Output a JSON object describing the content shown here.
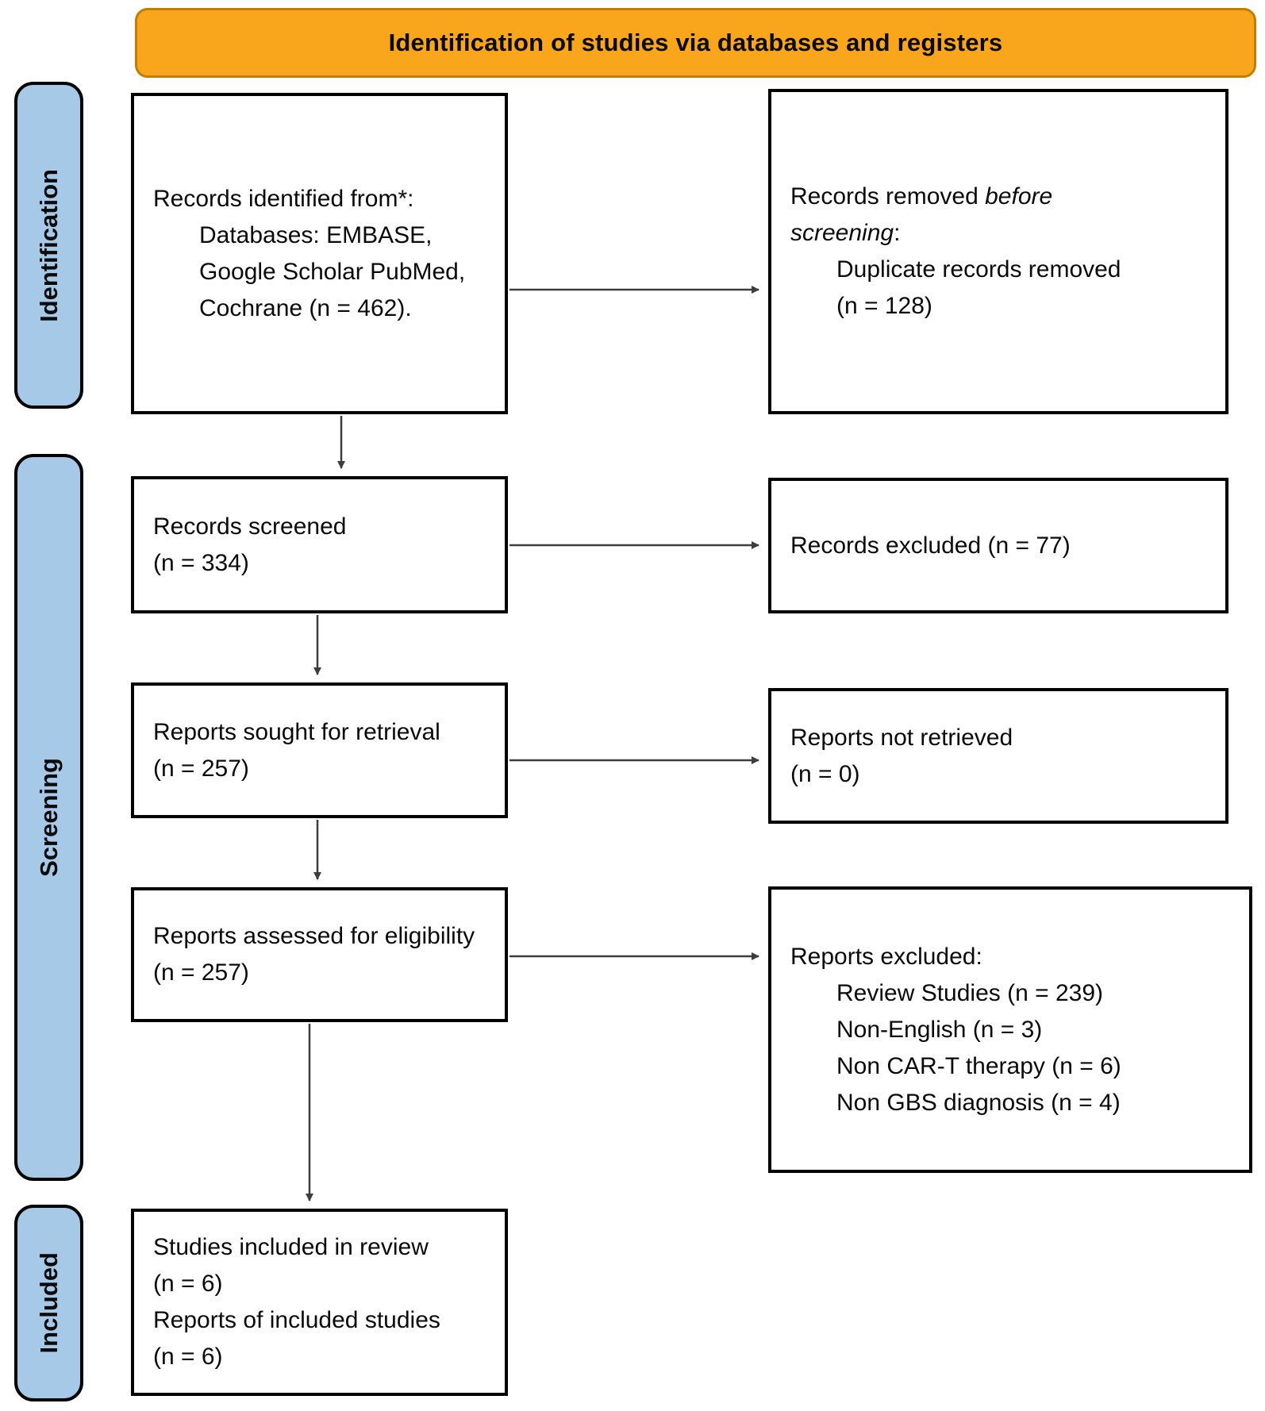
{
  "colors": {
    "banner_bg": "#F9A61C",
    "banner_border": "#C07F00",
    "sidebar_bg": "#A7C9E8",
    "box_border": "#000000",
    "arrow": "#3d3d3d"
  },
  "banner": {
    "title": "Identification of studies via databases and registers"
  },
  "sidebar": {
    "identification": "Identification",
    "screening": "Screening",
    "included": "Included"
  },
  "boxes": {
    "records_identified": {
      "title": "Records identified from*:",
      "items": [
        "Databases: EMBASE,",
        "Google Scholar PubMed,",
        "Cochrane (n = 462)."
      ]
    },
    "records_removed": {
      "prefix": "Records removed ",
      "italic_line1": "before",
      "italic_line2": "screening",
      "suffix": ":",
      "items": [
        "Duplicate records removed",
        "(n = 128)"
      ]
    },
    "records_screened": {
      "line1": "Records screened",
      "line2": "(n = 334)"
    },
    "records_excluded": {
      "line1": "Records excluded (n = 77)"
    },
    "reports_sought": {
      "line1": "Reports sought for retrieval",
      "line2": "(n = 257)"
    },
    "reports_not_retrieved": {
      "line1": "Reports not retrieved",
      "line2": "(n = 0)"
    },
    "reports_assessed": {
      "line1": "Reports assessed for eligibility",
      "line2": "(n = 257)"
    },
    "reports_excluded": {
      "title": "Reports excluded:",
      "items": [
        "Review Studies (n = 239)",
        "Non-English (n = 3)",
        "Non CAR-T therapy (n = 6)",
        "Non GBS diagnosis (n = 4)"
      ]
    },
    "studies_included": {
      "line1": "Studies included in review",
      "line2": "(n = 6)",
      "line3": "Reports of included studies",
      "line4": "(n = 6)"
    }
  }
}
